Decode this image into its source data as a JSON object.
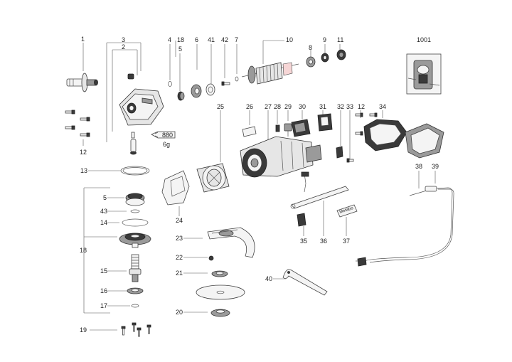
{
  "labels": [
    {
      "id": "p1",
      "text": "1"
    },
    {
      "id": "p3",
      "text": "3"
    },
    {
      "id": "p2",
      "text": "2"
    },
    {
      "id": "p4",
      "text": "4"
    },
    {
      "id": "p18a",
      "text": "18"
    },
    {
      "id": "p5a",
      "text": "5"
    },
    {
      "id": "p6",
      "text": "6"
    },
    {
      "id": "p41",
      "text": "41"
    },
    {
      "id": "p42",
      "text": "42"
    },
    {
      "id": "p7",
      "text": "7"
    },
    {
      "id": "p10",
      "text": "10"
    },
    {
      "id": "p8",
      "text": "8"
    },
    {
      "id": "p9",
      "text": "9"
    },
    {
      "id": "p11",
      "text": "11"
    },
    {
      "id": "p1001",
      "text": "1001"
    },
    {
      "id": "p12a",
      "text": "12"
    },
    {
      "id": "p13",
      "text": "13"
    },
    {
      "id": "p5b",
      "text": "5"
    },
    {
      "id": "p43",
      "text": "43"
    },
    {
      "id": "p14",
      "text": "14"
    },
    {
      "id": "p18b",
      "text": "18"
    },
    {
      "id": "p15",
      "text": "15"
    },
    {
      "id": "p16",
      "text": "16"
    },
    {
      "id": "p17",
      "text": "17"
    },
    {
      "id": "p19",
      "text": "19"
    },
    {
      "id": "p25",
      "text": "25"
    },
    {
      "id": "p26",
      "text": "26"
    },
    {
      "id": "p27",
      "text": "27"
    },
    {
      "id": "p28",
      "text": "28"
    },
    {
      "id": "p29",
      "text": "29"
    },
    {
      "id": "p30",
      "text": "30"
    },
    {
      "id": "p31",
      "text": "31"
    },
    {
      "id": "p32",
      "text": "32"
    },
    {
      "id": "p33",
      "text": "33"
    },
    {
      "id": "p12b",
      "text": "12"
    },
    {
      "id": "p34",
      "text": "34"
    },
    {
      "id": "p24",
      "text": "24"
    },
    {
      "id": "p23",
      "text": "23"
    },
    {
      "id": "p22",
      "text": "22"
    },
    {
      "id": "p21",
      "text": "21"
    },
    {
      "id": "p20",
      "text": "20"
    },
    {
      "id": "p38",
      "text": "38"
    },
    {
      "id": "p39",
      "text": "39"
    },
    {
      "id": "p35",
      "text": "35"
    },
    {
      "id": "p36",
      "text": "36"
    },
    {
      "id": "p37",
      "text": "37"
    },
    {
      "id": "p40",
      "text": "40"
    }
  ],
  "grease_code": "880",
  "grease_amount": "6g",
  "brand_plate": "Metabo"
}
